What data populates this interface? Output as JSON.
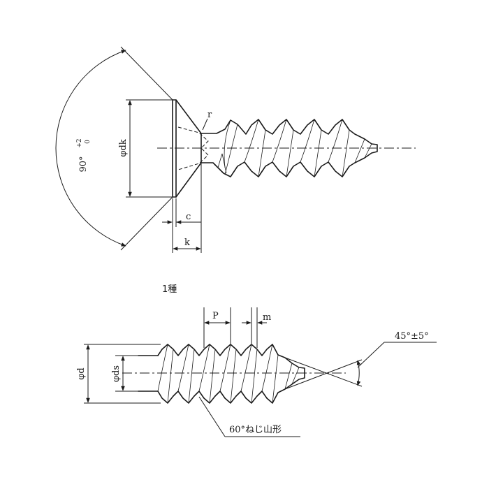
{
  "labels": {
    "dk": "φdk",
    "r": "r",
    "c": "c",
    "k": "k",
    "angle_base": "90°",
    "angle_tol_upper": "+2",
    "angle_tol_lower": "0",
    "type": "1種",
    "P": "P",
    "m": "m",
    "point_angle": "45°±5°",
    "d": "φd",
    "ds": "φds",
    "thread_profile": "60°ねじ山形"
  }
}
